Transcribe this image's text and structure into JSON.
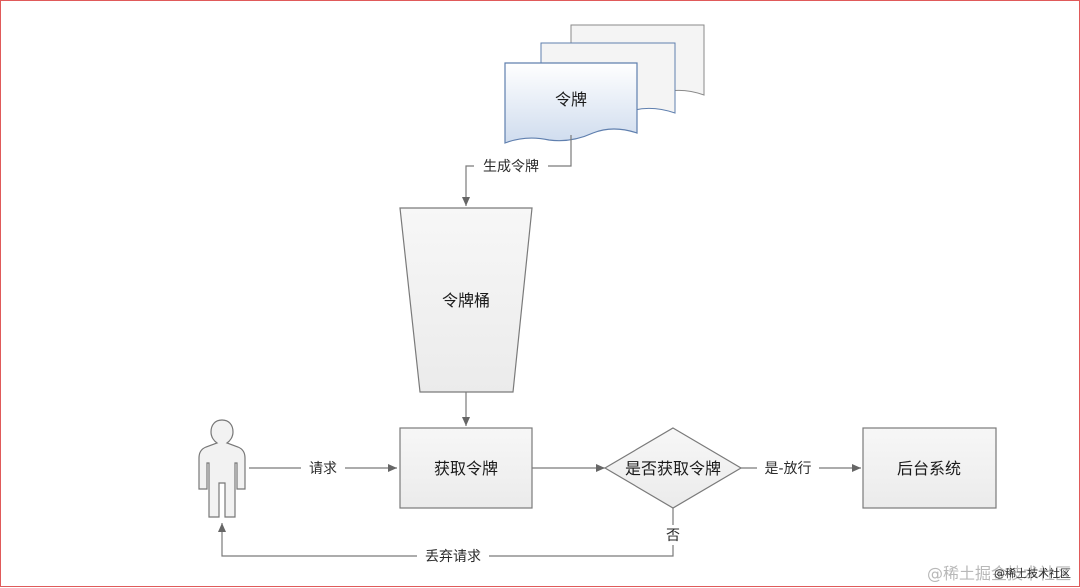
{
  "diagram": {
    "nodes": {
      "token": "令牌",
      "bucket": "令牌桶",
      "get_token": "获取令牌",
      "decision": "是否获取令牌",
      "backend": "后台系统"
    },
    "edges": {
      "generate": "生成令牌",
      "request": "请求",
      "yes_pass": "是-放行",
      "no": "否",
      "discard": "丢弃请求"
    }
  },
  "watermark": {
    "main": "@稀土掘金技术社区",
    "overlay": "@稀土技术社区"
  },
  "colors": {
    "border": "#e05a5a",
    "stroke": "#7a7a7a",
    "box_fill": "#f2f2f2",
    "doc_fill": "#dbe6f3",
    "doc_stroke": "#6f8fbf",
    "arrow": "#666666"
  }
}
